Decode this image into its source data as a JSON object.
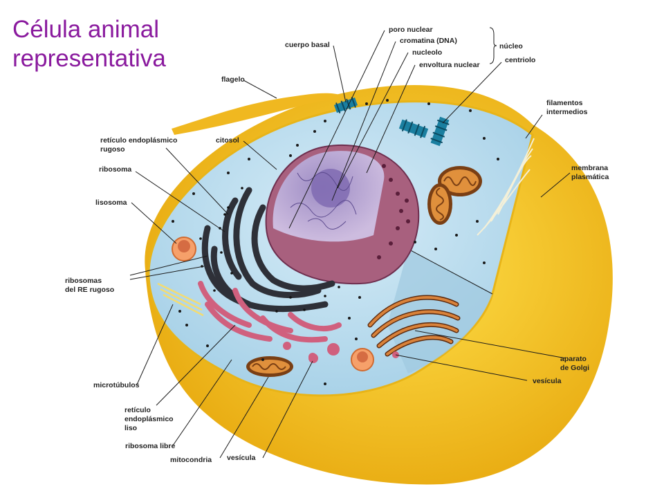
{
  "title": {
    "line1": "Célula animal",
    "line2": "representativa"
  },
  "labels": {
    "poro_nuclear": "poro nuclear",
    "cuerpo_basal": "cuerpo basal",
    "cromatina": "cromatina (DNA)",
    "nucleolo": "nucleolo",
    "envoltura_nuclear": "envoltura nuclear",
    "nucleo": "núcleo",
    "centriolo": "centriolo",
    "flagelo": "flagelo",
    "filamentos_1": "filamentos",
    "filamentos_2": "intermedios",
    "reticulo_rugoso_1": "retículo endoplásmico",
    "reticulo_rugoso_2": "rugoso",
    "citosol": "citosol",
    "ribosoma": "ribosoma",
    "membrana_1": "membrana",
    "membrana_2": "plasmática",
    "lisosoma": "lisosoma",
    "ribosomas_re_1": "ribosomas",
    "ribosomas_re_2": "del RE rugoso",
    "aparato_1": "aparato",
    "aparato_2": "de Golgi",
    "vesicula_right": "vesícula",
    "microtubulos": "microtúbulos",
    "reticulo_liso_1": "retículo",
    "reticulo_liso_2": "endoplásmico",
    "reticulo_liso_3": "liso",
    "ribosoma_libre": "ribosoma libre",
    "mitocondria": "mitocondria",
    "vesicula_bottom": "vesícula"
  },
  "colors": {
    "title": "#8a1a9e",
    "membrane": "#f2c21a",
    "cytosol": "#bfe0f0",
    "nucleus_envelope": "#a8607e",
    "nucleoplasm": "#c9b6dc",
    "rough_er": "#2e3038",
    "smooth_er": "#d0607e",
    "golgi": "#c46a2e",
    "mitochondria": "#c87a34"
  }
}
